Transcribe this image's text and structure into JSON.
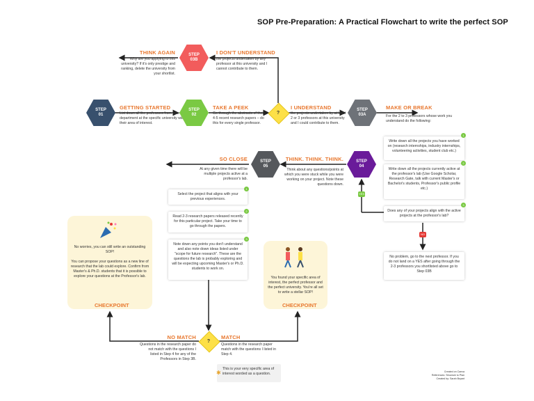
{
  "title": "SOP Pre-Preparation: A Practical Flowchart to write the perfect SOP",
  "colors": {
    "step01": "#38506d",
    "step02": "#7ac943",
    "step03b": "#f25c5c",
    "step03a": "#6e7278",
    "step04": "#6a1b9a",
    "step05": "#55585c",
    "heading": "#e8772e",
    "decision": "#fde047",
    "checkpoint_bg": "#fdf5d8",
    "yes": "#7ac943",
    "no": "#e53935"
  },
  "steps": {
    "s01": {
      "line1": "STEP",
      "line2": "01"
    },
    "s02": {
      "line1": "STEP",
      "line2": "02"
    },
    "s03b": {
      "line1": "STEP",
      "line2": "03B"
    },
    "s03a": {
      "line1": "STEP",
      "line2": "03A"
    },
    "s04": {
      "line1": "STEP",
      "line2": "04"
    },
    "s05": {
      "line1": "STEP",
      "line2": "05"
    }
  },
  "decisions": {
    "d1": "?",
    "d2": "?"
  },
  "headings": {
    "getting_started": "GETTING STARTED",
    "take_a_peek": "TAKE A PEEK",
    "think_again": "THINK AGAIN",
    "i_dont_understand": "I DON'T UNDERSTAND",
    "i_understand": "I UNDERSTAND",
    "make_or_break": "MAKE OR BREAK",
    "think": "THINK. THINK. THINK.",
    "so_close": "SO CLOSE",
    "no_match": "NO MATCH",
    "match": "MATCH",
    "checkpoint_left": "CHECKPOINT",
    "checkpoint_right": "CHECKPOINT"
  },
  "texts": {
    "getting_started": "List down all the professors from your department at the specific university with their area of interest.",
    "take_a_peek": "Go through the abstracts of their 4-5 recent research papers – do this for every single professor.",
    "think_again": "Why are you applying to this university? If it's only prestige and ranking, delete the university from your shortlist.",
    "i_dont_understand": "the projects undertaken by any professor at this university and I cannot contribute to them.",
    "i_understand": "the projects undertaken by at least 2 or 3 professors at this university and I could contribute to them.",
    "make_or_break": "For the 2 to 3 professors whose work you understand do the following:",
    "think": "Think about any questions/points at which you were stuck while you were working on your project. Note these questions down.",
    "so_close": "At any given time there will be multiple projects active at a professor's lab.",
    "no_match": "Questions in the research paper do not match with the questions I listed in Step 4 for any of the Professors in Step 3B.",
    "match": "Questions in the research paper match with the questions I listed in Step 4.",
    "tip": "This is your very specific area of interest worded as a question."
  },
  "right_cards": [
    {
      "num": "1",
      "text": "Write down all the projects you have worked on (research internships, industry internships, volunteering activities, student club etc.)"
    },
    {
      "num": "2",
      "text": "Write down all the projects currently active at the professor's lab (Use Google Scholar, Research Gate, talk with current Master's or Bachelor's students, Professor's public profile etc.)"
    },
    {
      "num": "3",
      "text": "Does any of your projects align with the active projects at the professor's lab?"
    }
  ],
  "no_card": "No problem, go to the next professor. If you do not land on a YES after going through the 2-3 professors you shortlisted above go to Step 03B",
  "yes_label": "YES",
  "no_label": "NO",
  "middle_cards": [
    {
      "num": "1",
      "text": "Select the project that aligns with your previous experiences."
    },
    {
      "num": "2",
      "text": "Read 2-3 research papers released recently for this particular project. Take your time to go through the papers."
    },
    {
      "num": "3",
      "text": "Note down any points you don't understand and also note down ideas listed under \"scope for future research\". These are the questions the lab is probably exploring and will be expecting upcoming Master's or Ph.D. students to work on."
    }
  ],
  "checkpoint_left_text": "No worries, you can still write an outstanding SOP!\n\nYou can propose your questions as a new line of research that the lab could explore. Confirm from Master's & Ph.D. students that it is possible to explore your questions at the Professor's lab.",
  "checkpoint_right_text": "You found your specific area of interest, the perfect professor and the perfect university. You're all set to write a stellar SOP!",
  "credits": {
    "l1": "Created on Canva",
    "l2": "References: Structure to Plan",
    "l3": "Created by: Sarah Bryant"
  }
}
